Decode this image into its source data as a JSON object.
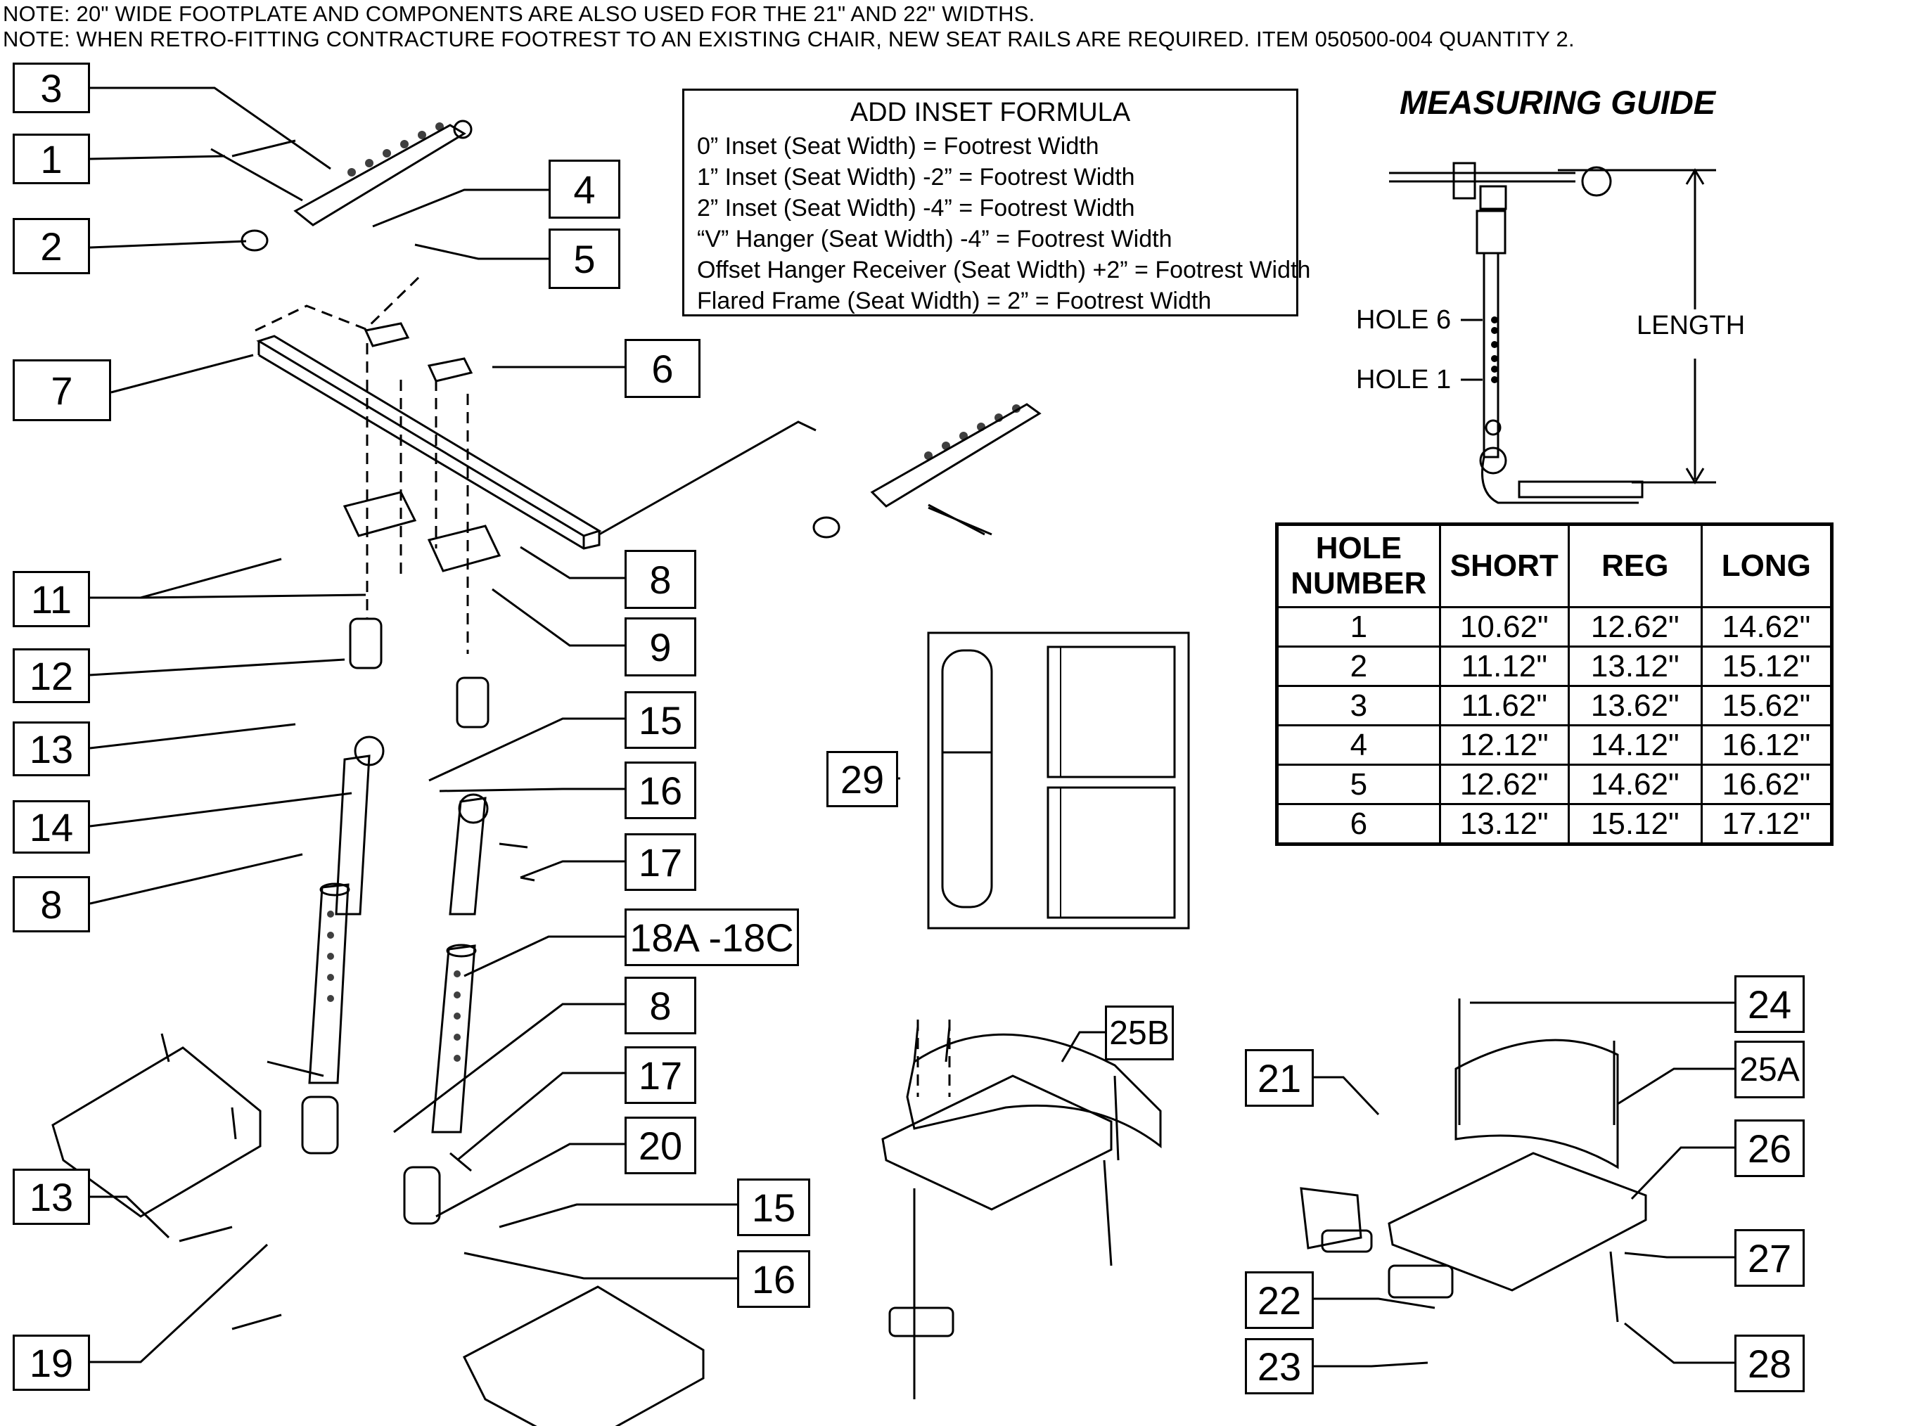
{
  "notes": [
    "NOTE: 20\" WIDE FOOTPLATE AND COMPONENTS ARE ALSO USED FOR THE 21\" AND 22\" WIDTHS.",
    "NOTE: WHEN RETRO-FITTING CONTRACTURE FOOTREST TO AN EXISTING CHAIR, NEW SEAT RAILS ARE REQUIRED. ITEM 050500-004 QUANTITY 2."
  ],
  "formula": {
    "title": "ADD INSET FORMULA",
    "lines": [
      "0” Inset (Seat Width) = Footrest Width",
      "1” Inset (Seat Width) -2” = Footrest Width",
      "2” Inset (Seat Width) -4” = Footrest Width",
      "“V” Hanger (Seat Width) -4” = Footrest Width",
      "Offset Hanger Receiver (Seat Width) +2” = Footrest Width",
      "Flared Frame (Seat Width) = 2” = Footrest Width"
    ]
  },
  "measuring_guide": {
    "title": "MEASURING GUIDE",
    "hole6": "HOLE 6",
    "hole1": "HOLE 1",
    "length": "LENGTH"
  },
  "hole_table": {
    "headers": [
      "HOLE NUMBER",
      "SHORT",
      "REG",
      "LONG"
    ],
    "rows": [
      [
        "1",
        "10.62\"",
        "12.62\"",
        "14.62\""
      ],
      [
        "2",
        "11.12\"",
        "13.12\"",
        "15.12\""
      ],
      [
        "3",
        "11.62\"",
        "13.62\"",
        "15.62\""
      ],
      [
        "4",
        "12.12\"",
        "14.12\"",
        "16.12\""
      ],
      [
        "5",
        "12.62\"",
        "14.62\"",
        "16.62\""
      ],
      [
        "6",
        "13.12\"",
        "15.12\"",
        "17.12\""
      ]
    ]
  },
  "callouts": {
    "c3": "3",
    "c1": "1",
    "c2": "2",
    "c4": "4",
    "c5": "5",
    "c6": "6",
    "c7": "7",
    "c8a": "8",
    "c9": "9",
    "c11": "11",
    "c12": "12",
    "c13a": "13",
    "c14": "14",
    "c8b": "8",
    "c15a": "15",
    "c16a": "16",
    "c17a": "17",
    "c18": "18A -18C",
    "c8c": "8",
    "c17b": "17",
    "c20": "20",
    "c13b": "13",
    "c19": "19",
    "c15b": "15",
    "c16b": "16",
    "c29": "29",
    "c25b": "25B",
    "c21": "21",
    "c22": "22",
    "c23": "23",
    "c24": "24",
    "c25a": "25A",
    "c26": "26",
    "c27": "27",
    "c28": "28"
  }
}
